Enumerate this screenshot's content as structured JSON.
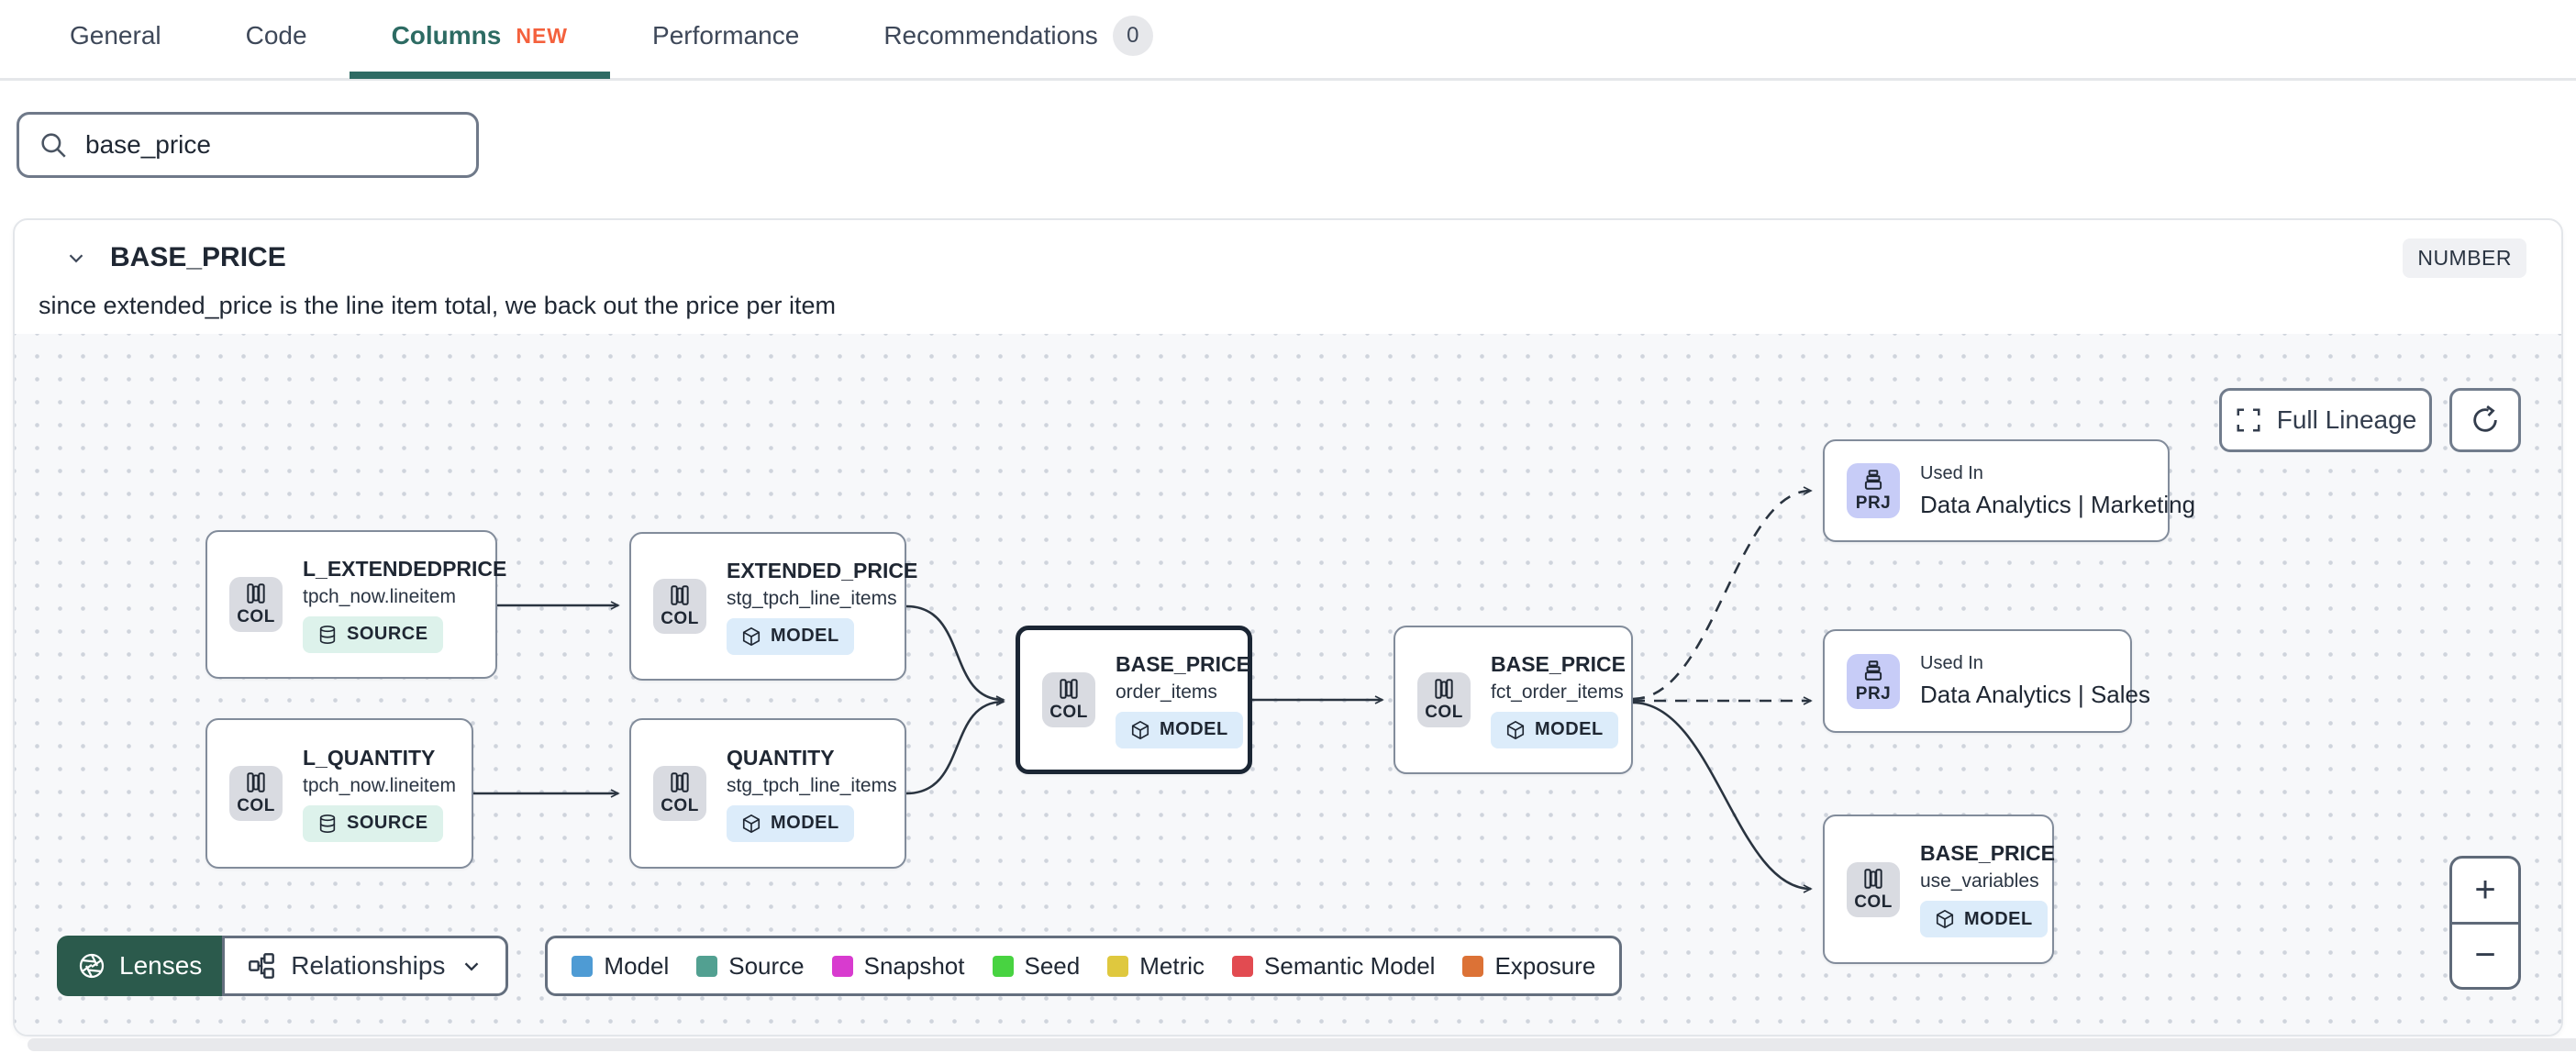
{
  "tabs": {
    "items": [
      {
        "label": "General"
      },
      {
        "label": "Code"
      },
      {
        "label": "Columns",
        "badge": "NEW"
      },
      {
        "label": "Performance"
      },
      {
        "label": "Recommendations",
        "count": "0"
      }
    ]
  },
  "search": {
    "value": "base_price"
  },
  "column": {
    "name": "BASE_PRICE",
    "type": "NUMBER",
    "description": "since extended_price is the line item total, we back out the price per item"
  },
  "lineage": {
    "full_lineage_label": "Full Lineage",
    "nodes": [
      {
        "kind": "COL",
        "title": "L_EXTENDEDPRICE",
        "subtitle": "tpch_now.lineitem",
        "badge": "SOURCE"
      },
      {
        "kind": "COL",
        "title": "EXTENDED_PRICE",
        "subtitle": "stg_tpch_line_items",
        "badge": "MODEL"
      },
      {
        "kind": "COL",
        "title": "L_QUANTITY",
        "subtitle": "tpch_now.lineitem",
        "badge": "SOURCE"
      },
      {
        "kind": "COL",
        "title": "QUANTITY",
        "subtitle": "stg_tpch_line_items",
        "badge": "MODEL"
      },
      {
        "kind": "COL",
        "title": "BASE_PRICE",
        "subtitle": "order_items",
        "badge": "MODEL",
        "selected": true
      },
      {
        "kind": "COL",
        "title": "BASE_PRICE",
        "subtitle": "fct_order_items",
        "badge": "MODEL"
      },
      {
        "kind": "PRJ",
        "used_in": "Used In",
        "title": "Data Analytics | Marketing"
      },
      {
        "kind": "PRJ",
        "used_in": "Used In",
        "title": "Data Analytics | Sales"
      },
      {
        "kind": "COL",
        "title": "BASE_PRICE",
        "subtitle": "use_variables",
        "badge": "MODEL"
      }
    ],
    "toolbar": {
      "lenses": "Lenses",
      "relationships": "Relationships"
    },
    "legend": [
      {
        "label": "Model",
        "color": "#4E9BD4"
      },
      {
        "label": "Source",
        "color": "#52A091"
      },
      {
        "label": "Snapshot",
        "color": "#D83BCF"
      },
      {
        "label": "Seed",
        "color": "#48D341"
      },
      {
        "label": "Metric",
        "color": "#DFC83E"
      },
      {
        "label": "Semantic Model",
        "color": "#E24B51"
      },
      {
        "label": "Exposure",
        "color": "#DC7236"
      }
    ],
    "zoom": {
      "in": "+",
      "out": "−"
    }
  },
  "colors": {
    "active_tab": "#2D6B63",
    "new_badge": "#F4613D",
    "underline": "#2F6B64",
    "lenses_bg": "#2B5A4C",
    "col_chip_bg": "#D9DBE1",
    "prj_chip_bg": "#C7CCF7",
    "model_badge_bg": "#DCECFA",
    "source_badge_bg": "#DDF2EB",
    "canvas_bg": "#F7F8FA",
    "edge": "#2A3440"
  }
}
